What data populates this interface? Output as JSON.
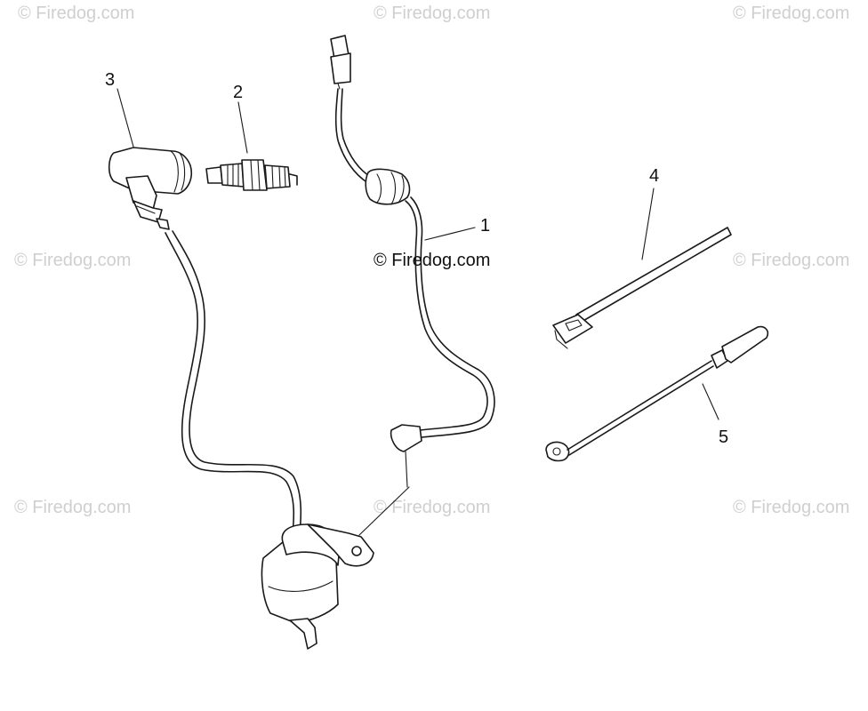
{
  "watermark": {
    "text": "© Firedog.com",
    "center_text": "© Firedog.com"
  },
  "callouts": {
    "part_1": "1",
    "part_2": "2",
    "part_3": "3",
    "part_4": "4",
    "part_5": "5"
  },
  "parts": [
    {
      "number": "1",
      "icon": "ignition-coil-wire-harness-icon"
    },
    {
      "number": "2",
      "icon": "spark-plug-icon"
    },
    {
      "number": "3",
      "icon": "spark-plug-cap-icon"
    },
    {
      "number": "4",
      "icon": "cable-tie-icon"
    },
    {
      "number": "5",
      "icon": "ground-lead-wire-icon"
    }
  ]
}
